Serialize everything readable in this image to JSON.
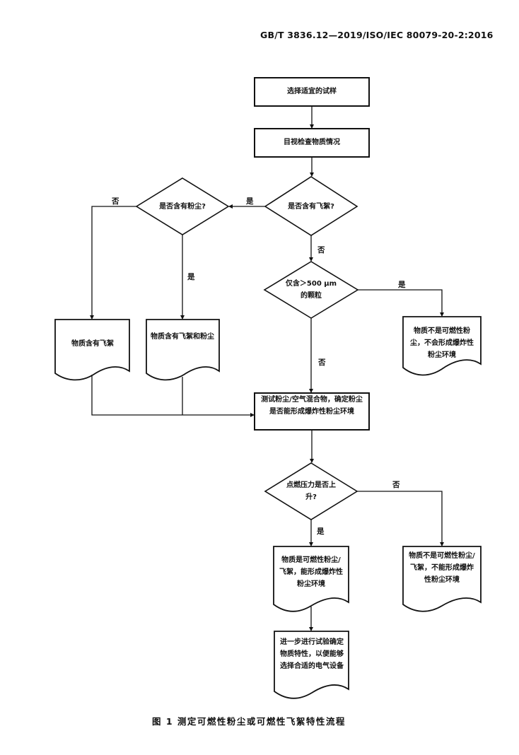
{
  "header": {
    "standard_code": "GB/T 3836.12—2019/ISO/IEC 80079-20-2:2016"
  },
  "flowchart": {
    "nodes": {
      "select_sample": "选择适宜的试样",
      "visual_check": "目视检查物质情况",
      "contains_fibers_q": "是否含有飞絮?",
      "contains_dust_q": "是否含有粉尘?",
      "only_large_particles_q": "仅含＞500 μm 的颗粒",
      "not_combustible_dust": "物质不是可燃性粉尘，不会形成爆炸性粉尘环境",
      "contains_fibers_only": "物质含有飞絮",
      "contains_fibers_and_dust": "物质含有飞絮和粉尘",
      "test_mixture": "测试粉尘/空气混合物，确定粉尘是否能形成爆炸性粉尘环境",
      "pressure_rise_q": "点燃压力是否上升?",
      "is_combustible": "物质是可燃性粉尘/飞絮，能形成爆炸性粉尘环境",
      "not_combustible_fibers": "物质不是可燃性粉尘/飞絮，不能形成爆炸性粉尘环境",
      "further_testing": "进一步进行试验确定物质特性，以便能够选择合适的电气设备"
    },
    "edge_labels": {
      "yes": "是",
      "no": "否"
    }
  },
  "caption": "图 1   测定可燃性粉尘或可燃性飞絮特性流程"
}
